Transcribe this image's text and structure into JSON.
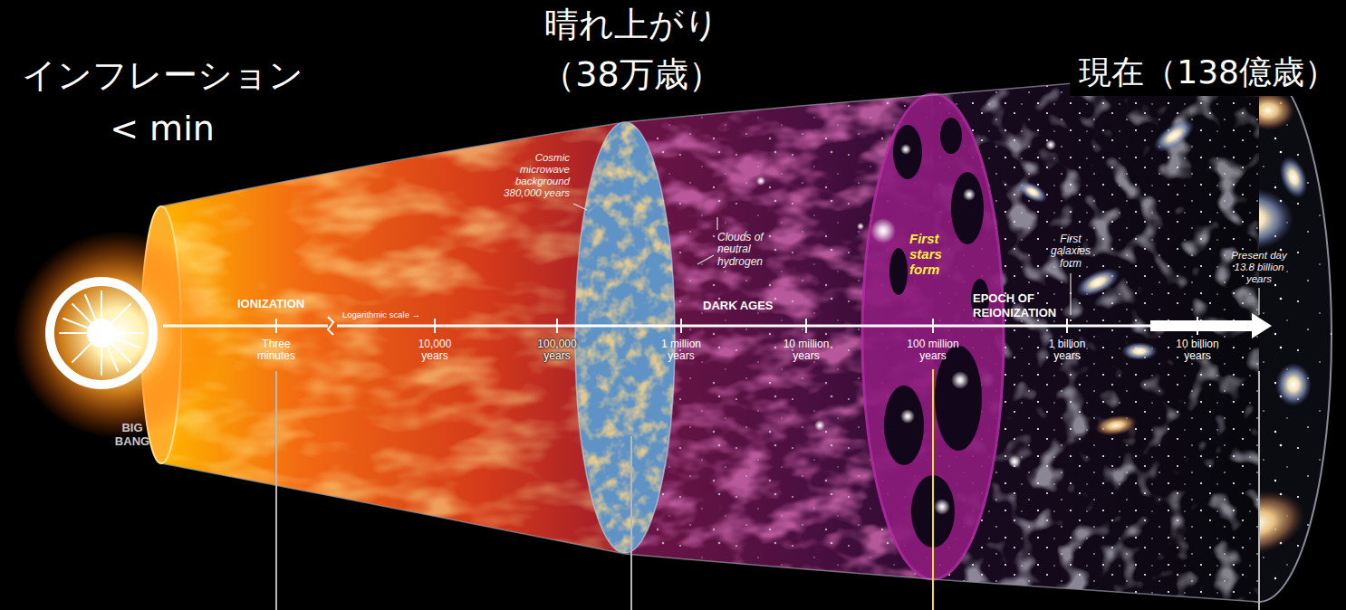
{
  "diagram": {
    "nodes": [
      {
        "text": [
          "インフレーション < min"
        ]
      },
      {
        "text": [
          "晴れ上がり （38万歳）"
        ]
      },
      {
        "text": [
          "現在（138億歳）"
        ]
      }
    ],
    "labels": [
      "Cosmic microwave background 380,000 years",
      "Clouds of neutral hydrogen",
      "First stars form",
      "First galaxies form",
      "IONIZATION",
      "Logarithmic scale →",
      "DARK AGES",
      "EPOCH OF REIONIZATION",
      "Present day 13.8 billion years",
      "Three minutes",
      "10,000 years",
      "100,000 years",
      "1 million years",
      "10 million years",
      "100 million years",
      "1 billion years",
      "10 billion years",
      "BIG BANG"
    ]
  }
}
